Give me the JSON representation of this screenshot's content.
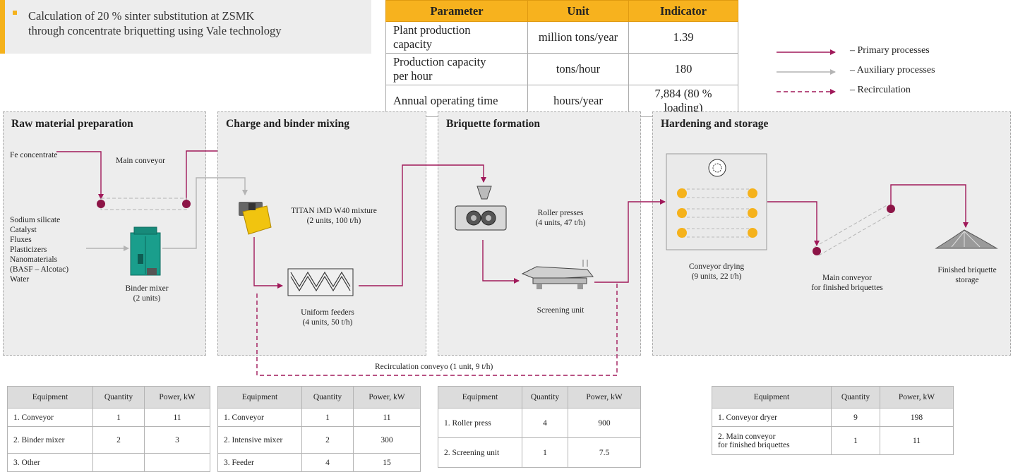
{
  "callout": {
    "text_line1": "Calculation of 20 % sinter substitution at ZSMK",
    "text_line2": "through concentrate briquetting using Vale technology"
  },
  "params": {
    "headers": [
      "Parameter",
      "Unit",
      "Indicator"
    ],
    "rows": [
      {
        "param_l1": "Plant production",
        "param_l2": "capacity",
        "unit": "million tons/year",
        "value": "1.39"
      },
      {
        "param_l1": "Production capacity",
        "param_l2": "per hour",
        "unit": "tons/hour",
        "value": "180"
      },
      {
        "param_l1": "Annual operating time",
        "param_l2": "",
        "unit": "hours/year",
        "value": "7,884 (80 % loading)"
      }
    ]
  },
  "legend": {
    "primary": "– Primary processes",
    "auxiliary": "– Auxiliary processes",
    "recirculation": "– Recirculation"
  },
  "colors": {
    "primary": "#a0195a",
    "auxiliary": "#b4b4b4",
    "accent": "#f5b21c",
    "panel": "#ededed"
  },
  "panels": {
    "raw": {
      "title": "Raw material preparation",
      "fe": "Fe concentrate",
      "main_conveyor": "Main conveyor",
      "materials": [
        "Sodium silicate",
        "Catalyst",
        "Fluxes",
        "Plasticizers",
        "Nanomaterials",
        "(BASF – Alcotac)",
        "Water"
      ],
      "binder_l1": "Binder mixer",
      "binder_l2": "(2 units)"
    },
    "mixing": {
      "title": "Charge and binder mixing",
      "mixer_l1": "TITAN iMD W40 mixture",
      "mixer_l2": "(2 units, 100 t/h)",
      "feeders_l1": "Uniform feeders",
      "feeders_l2": "(4 units, 50 t/h)"
    },
    "forming": {
      "title": "Briquette formation",
      "press_l1": "Roller presses",
      "press_l2": "(4 units, 47 t/h)",
      "screen": "Screening unit"
    },
    "hardening": {
      "title": "Hardening and storage",
      "dry_l1": "Conveyor drying",
      "dry_l2": "(9 units, 22 t/h)",
      "conv_l1": "Main conveyor",
      "conv_l2": "for finished briquettes",
      "store_l1": "Finished briquette",
      "store_l2": "storage"
    }
  },
  "recirculation_label": "Recirculation conveyo (1 unit, 9 t/h)",
  "equipment_tables": {
    "headers": [
      "Equipment",
      "Quantity",
      "Power, kW"
    ],
    "raw": [
      [
        "1. Conveyor",
        "1",
        "11"
      ],
      [
        "2. Binder mixer",
        "2",
        "3"
      ],
      [
        "3. Other",
        "",
        ""
      ]
    ],
    "mixing": [
      [
        "1. Conveyor",
        "1",
        "11"
      ],
      [
        "2. Intensive mixer",
        "2",
        "300"
      ],
      [
        "3. Feeder",
        "4",
        "15"
      ]
    ],
    "forming": [
      [
        "1. Roller press",
        "4",
        "900"
      ],
      [
        "2. Screening unit",
        "1",
        "7.5"
      ]
    ],
    "hardening": [
      [
        "1. Conveyor dryer",
        "9",
        "198"
      ],
      [
        "2. Main conveyor",
        "1",
        "11"
      ]
    ],
    "hardening_row2_line2": "for finished briquettes"
  }
}
